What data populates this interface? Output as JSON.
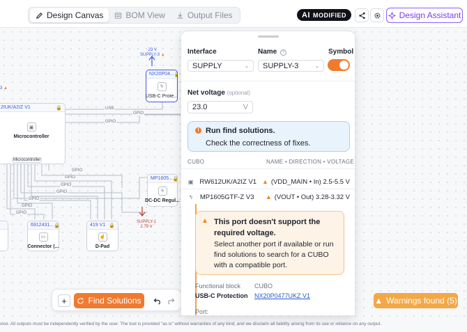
{
  "topbar": {
    "tabs": [
      {
        "label": "Design Canvas",
        "icon": "pencil-icon",
        "active": true
      },
      {
        "label": "BOM View",
        "icon": "list-icon",
        "active": false
      },
      {
        "label": "Output Files",
        "icon": "download-icon",
        "active": false
      }
    ],
    "ai_badge_ai": "AI",
    "ai_badge_text": "MODIFIED",
    "assistant_label": "Design Assistant",
    "accent_color": "#f07a2f",
    "assistant_color": "#7c3aed"
  },
  "canvas": {
    "nodes": {
      "usbc": {
        "header": "NX20P04...",
        "label": "USB-C Prote..."
      },
      "mcu": {
        "header": "2IUK/A2IZ V1",
        "label": "Microcontroller"
      },
      "dcdc": {
        "header": "MP1605...",
        "label": "DC-DC Regul..."
      },
      "connector": {
        "header": "6912431...",
        "label": "Connector (..."
      },
      "dpad": {
        "header": "419 V1",
        "label": "D-Pad"
      }
    },
    "supply_top": {
      "voltage": "23 V",
      "name": "SUPPLY-3"
    },
    "supply_bottom": {
      "name": "SUPPLY-1",
      "voltage": "2.79 V"
    },
    "edge_left_label": "3",
    "mcu_port_group": "Microcontroller",
    "wire_labels": {
      "usb": "USB",
      "gpio": "GPIO"
    }
  },
  "toolbar": {
    "plus": "+",
    "find_label": "Find Solutions"
  },
  "warnings_label": "Warnings found (5)",
  "disclaimer": "vice. All outputs must be independently verified by the user. The tool is provided \"as is\" without warranties of any kind, and we disclaim all liability arising from its use or reliance on any output.",
  "panel": {
    "interface_label": "Interface",
    "interface_value": "SUPPLY",
    "name_label": "Name",
    "name_value": "SUPPLY-3",
    "symbol_label": "Symbol",
    "symbol_on": true,
    "net_voltage_label": "Net voltage",
    "net_voltage_optional": "(optional)",
    "net_voltage_value": "23.0",
    "net_voltage_unit": "V",
    "info": {
      "title": "Run find solutions.",
      "body": "Check the correctness of fixes."
    },
    "columns": {
      "cubo": "CUBO",
      "detail": "NAME • DIRECTION • VOLTAGE"
    },
    "rows": [
      {
        "icon": "chip-icon",
        "name": "RW612UK/A2IZ V1",
        "detail": "(VDD_MAIN • In) 2.5-5.5 V"
      },
      {
        "icon": "bolt-icon",
        "name": "MP1605GTF-Z V3",
        "detail": "(VOUT • Out) 3.28-3.32 V"
      }
    ],
    "warning": {
      "title": "This port doesn't support the required voltage.",
      "body": "Select another port if available or run find solutions to search for a CUBO with a compatible port."
    },
    "functional_block_label": "Functional block",
    "functional_block_value": "USB-C Protection",
    "cubo_label": "CUBO",
    "cubo_value": "NX20P0477UKZ V1",
    "port_label": "Port:"
  }
}
